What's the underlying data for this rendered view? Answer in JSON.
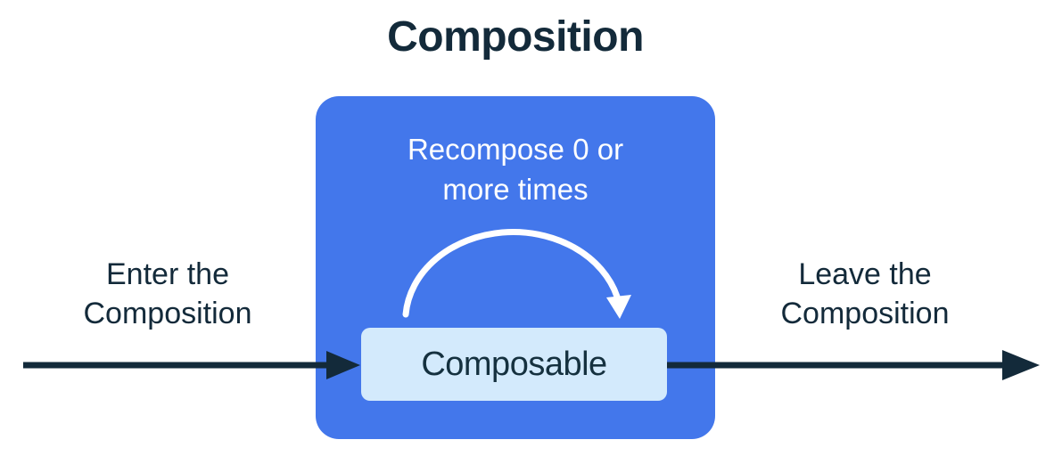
{
  "diagram": {
    "title": "Composition",
    "composition_box": {
      "recompose_lines": [
        "Recompose 0 or",
        "more times"
      ]
    },
    "composable": {
      "label": "Composable"
    },
    "enter_label": {
      "lines": [
        "Enter the",
        "Composition"
      ]
    },
    "leave_label": {
      "lines": [
        "Leave the",
        "Composition"
      ]
    },
    "colors": {
      "composition_box_fill": "#4377eb",
      "composable_fill": "#d3eafc",
      "ink": "#132a3a",
      "recompose_arc_stroke": "#ffffff"
    }
  }
}
